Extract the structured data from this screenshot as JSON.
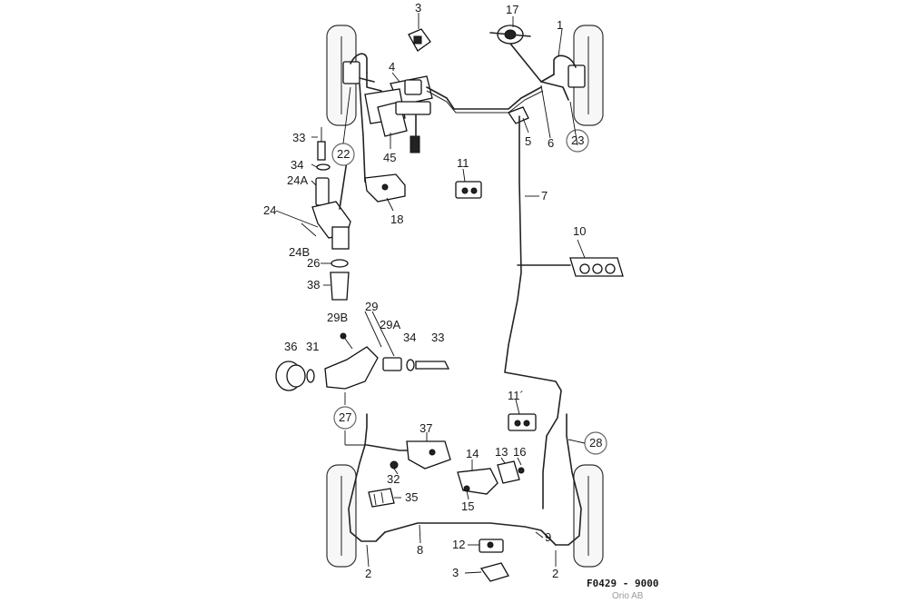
{
  "diagram": {
    "drawing_code": "F0429 - 9000",
    "credit": "Orio AB",
    "callouts": {
      "c1": "1",
      "c2a": "2",
      "c2b": "2",
      "c3a": "3",
      "c3b": "3",
      "c4": "4",
      "c5": "5",
      "c6": "6",
      "c7": "7",
      "c8": "8",
      "c9": "9",
      "c10": "10",
      "c11": "11",
      "c11b": "11´",
      "c12": "12",
      "c13": "13",
      "c14": "14",
      "c15": "15",
      "c16": "16",
      "c17": "17",
      "c18": "18",
      "c22": "22",
      "c23": "23",
      "c24": "24",
      "c24A": "24A",
      "c24B": "24B",
      "c26": "26",
      "c27": "27",
      "c28": "28",
      "c29": "29",
      "c29A": "29A",
      "c29B": "29B",
      "c31": "31",
      "c32": "32",
      "c33a": "33",
      "c33b": "33",
      "c34a": "34",
      "c34b": "34",
      "c35": "35",
      "c36": "36",
      "c37": "37",
      "c38": "38",
      "c45": "45"
    }
  }
}
